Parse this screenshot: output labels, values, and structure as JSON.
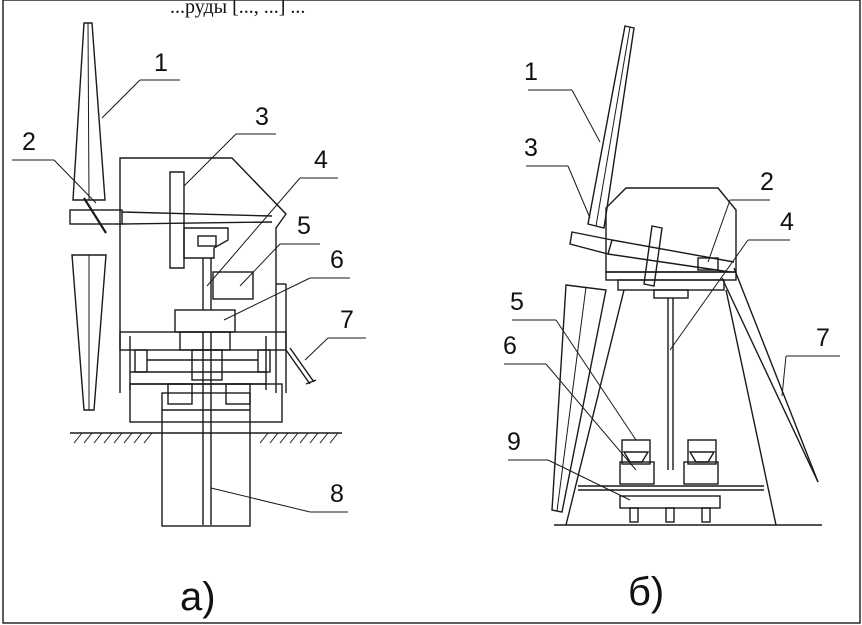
{
  "header_text": "...руды [..., ...] ...",
  "diagram_a": {
    "caption": "а)",
    "labels": [
      "1",
      "2",
      "3",
      "4",
      "5",
      "6",
      "7",
      "8"
    ]
  },
  "diagram_b": {
    "caption": "б)",
    "labels": [
      "1",
      "3",
      "2",
      "4",
      "5",
      "7",
      "6",
      "9"
    ]
  }
}
